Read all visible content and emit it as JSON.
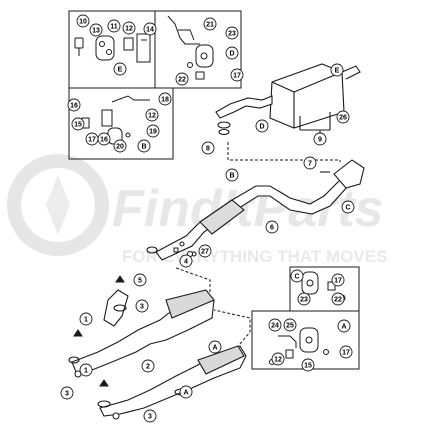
{
  "watermark": {
    "brand": "FindItParts",
    "tagline": "FOR EVERYTHING THAT MOVES"
  },
  "callouts": {
    "1": "1",
    "2": "2",
    "3": "3",
    "4": "4",
    "5": "5",
    "6": "6",
    "7": "7",
    "8": "8",
    "9": "9",
    "10": "10",
    "11": "11",
    "12": "12",
    "13": "13",
    "14": "14",
    "15": "15",
    "16": "16",
    "17": "17",
    "18": "18",
    "19": "19",
    "20": "20",
    "21": "21",
    "22": "22",
    "23": "23",
    "24": "24",
    "25": "25",
    "26": "26",
    "27": "27"
  },
  "detail_letters": {
    "A": "A",
    "B": "B",
    "C": "C",
    "D": "D",
    "E": "E"
  },
  "colors": {
    "line": "#1a1a1a",
    "watermark": "#e7e7e7",
    "watermark_accent": "#f2d6d6"
  }
}
